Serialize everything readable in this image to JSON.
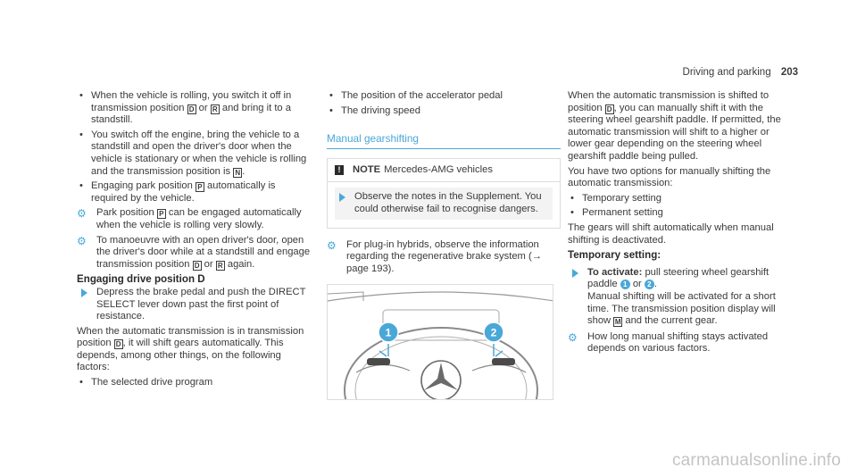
{
  "header": {
    "section": "Driving and parking",
    "page": "203"
  },
  "col1": {
    "bullets": [
      {
        "pre": "When the vehicle is rolling, you switch it off in transmission position ",
        "k1": "D",
        "mid": " or ",
        "k2": "R",
        "post": " and bring it to a standstill."
      },
      {
        "pre": "You switch off the engine, bring the vehicle to a standstill and open the driver's door when the vehicle is stationary or when the vehicle is rolling and the transmission position is ",
        "k1": "N",
        "post": "."
      },
      {
        "pre": "Engaging park position ",
        "k1": "P",
        "post": " automatically is required by the vehicle."
      }
    ],
    "info1": {
      "pre": "Park position ",
      "k1": "P",
      "post": " can be engaged automatically when the vehicle is rolling very slowly."
    },
    "info2": {
      "pre": "To manoeuvre with an open driver's door, open the driver's door while at a standstill and engage transmission position ",
      "k1": "D",
      "mid": " or ",
      "k2": "R",
      "post": " again."
    },
    "heading": "Engaging drive position D",
    "step": "Depress the brake pedal and push the DIRECT SELECT lever down past the first point of resistance.",
    "para": {
      "pre": "When the automatic transmission is in transmission position ",
      "k1": "D",
      "post": ", it will shift gears automatically. This depends, among other things, on the following factors:"
    },
    "bullet_last": "The selected drive program"
  },
  "col2": {
    "bullets": [
      "The position of the accelerator pedal",
      "The driving speed"
    ],
    "section_title": "Manual gearshifting",
    "note": {
      "bang": "!",
      "label": "NOTE",
      "title": "Mercedes-AMG vehicles",
      "step": "Observe the notes in the Supplement. You could otherwise fail to recognise dangers."
    },
    "info": {
      "pre": "For plug-in hybrids, observe the information regarding the regenerative brake system (",
      "arrow": "→",
      "post": " page 193)."
    },
    "figure": {
      "callout1": "1",
      "callout2": "2"
    }
  },
  "col3": {
    "para1": {
      "pre": "When the automatic transmission is shifted to position ",
      "k1": "D",
      "post": ", you can manually shift it with the steering wheel gearshift paddle. If permitted, the automatic transmission will shift to a higher or lower gear depending on the steering wheel gearshift paddle being pulled."
    },
    "para2": "You have two options for manually shifting the automatic transmission:",
    "bullets": [
      "Temporary setting",
      "Permanent setting"
    ],
    "para3": "The gears will shift automatically when manual shifting is deactivated.",
    "heading": "Temporary setting:",
    "step": {
      "label": "To activate:",
      "pre": " pull steering wheel gearshift paddle ",
      "n1": "1",
      "mid": " or ",
      "n2": "2",
      "post": ".",
      "line2": "Manual shifting will be activated for a short time. The transmission position display will show ",
      "k1": "M",
      "line2post": " and the current gear."
    },
    "info": "How long manual shifting stays activated depends on various factors."
  },
  "watermark": "carmanualsonline.info",
  "icons": {
    "info": "lightbulb-info-icon",
    "step": "arrow-right-step-icon",
    "warning": "exclamation-icon"
  },
  "colors": {
    "accent": "#4aa8d8",
    "text": "#3a3a3a"
  }
}
